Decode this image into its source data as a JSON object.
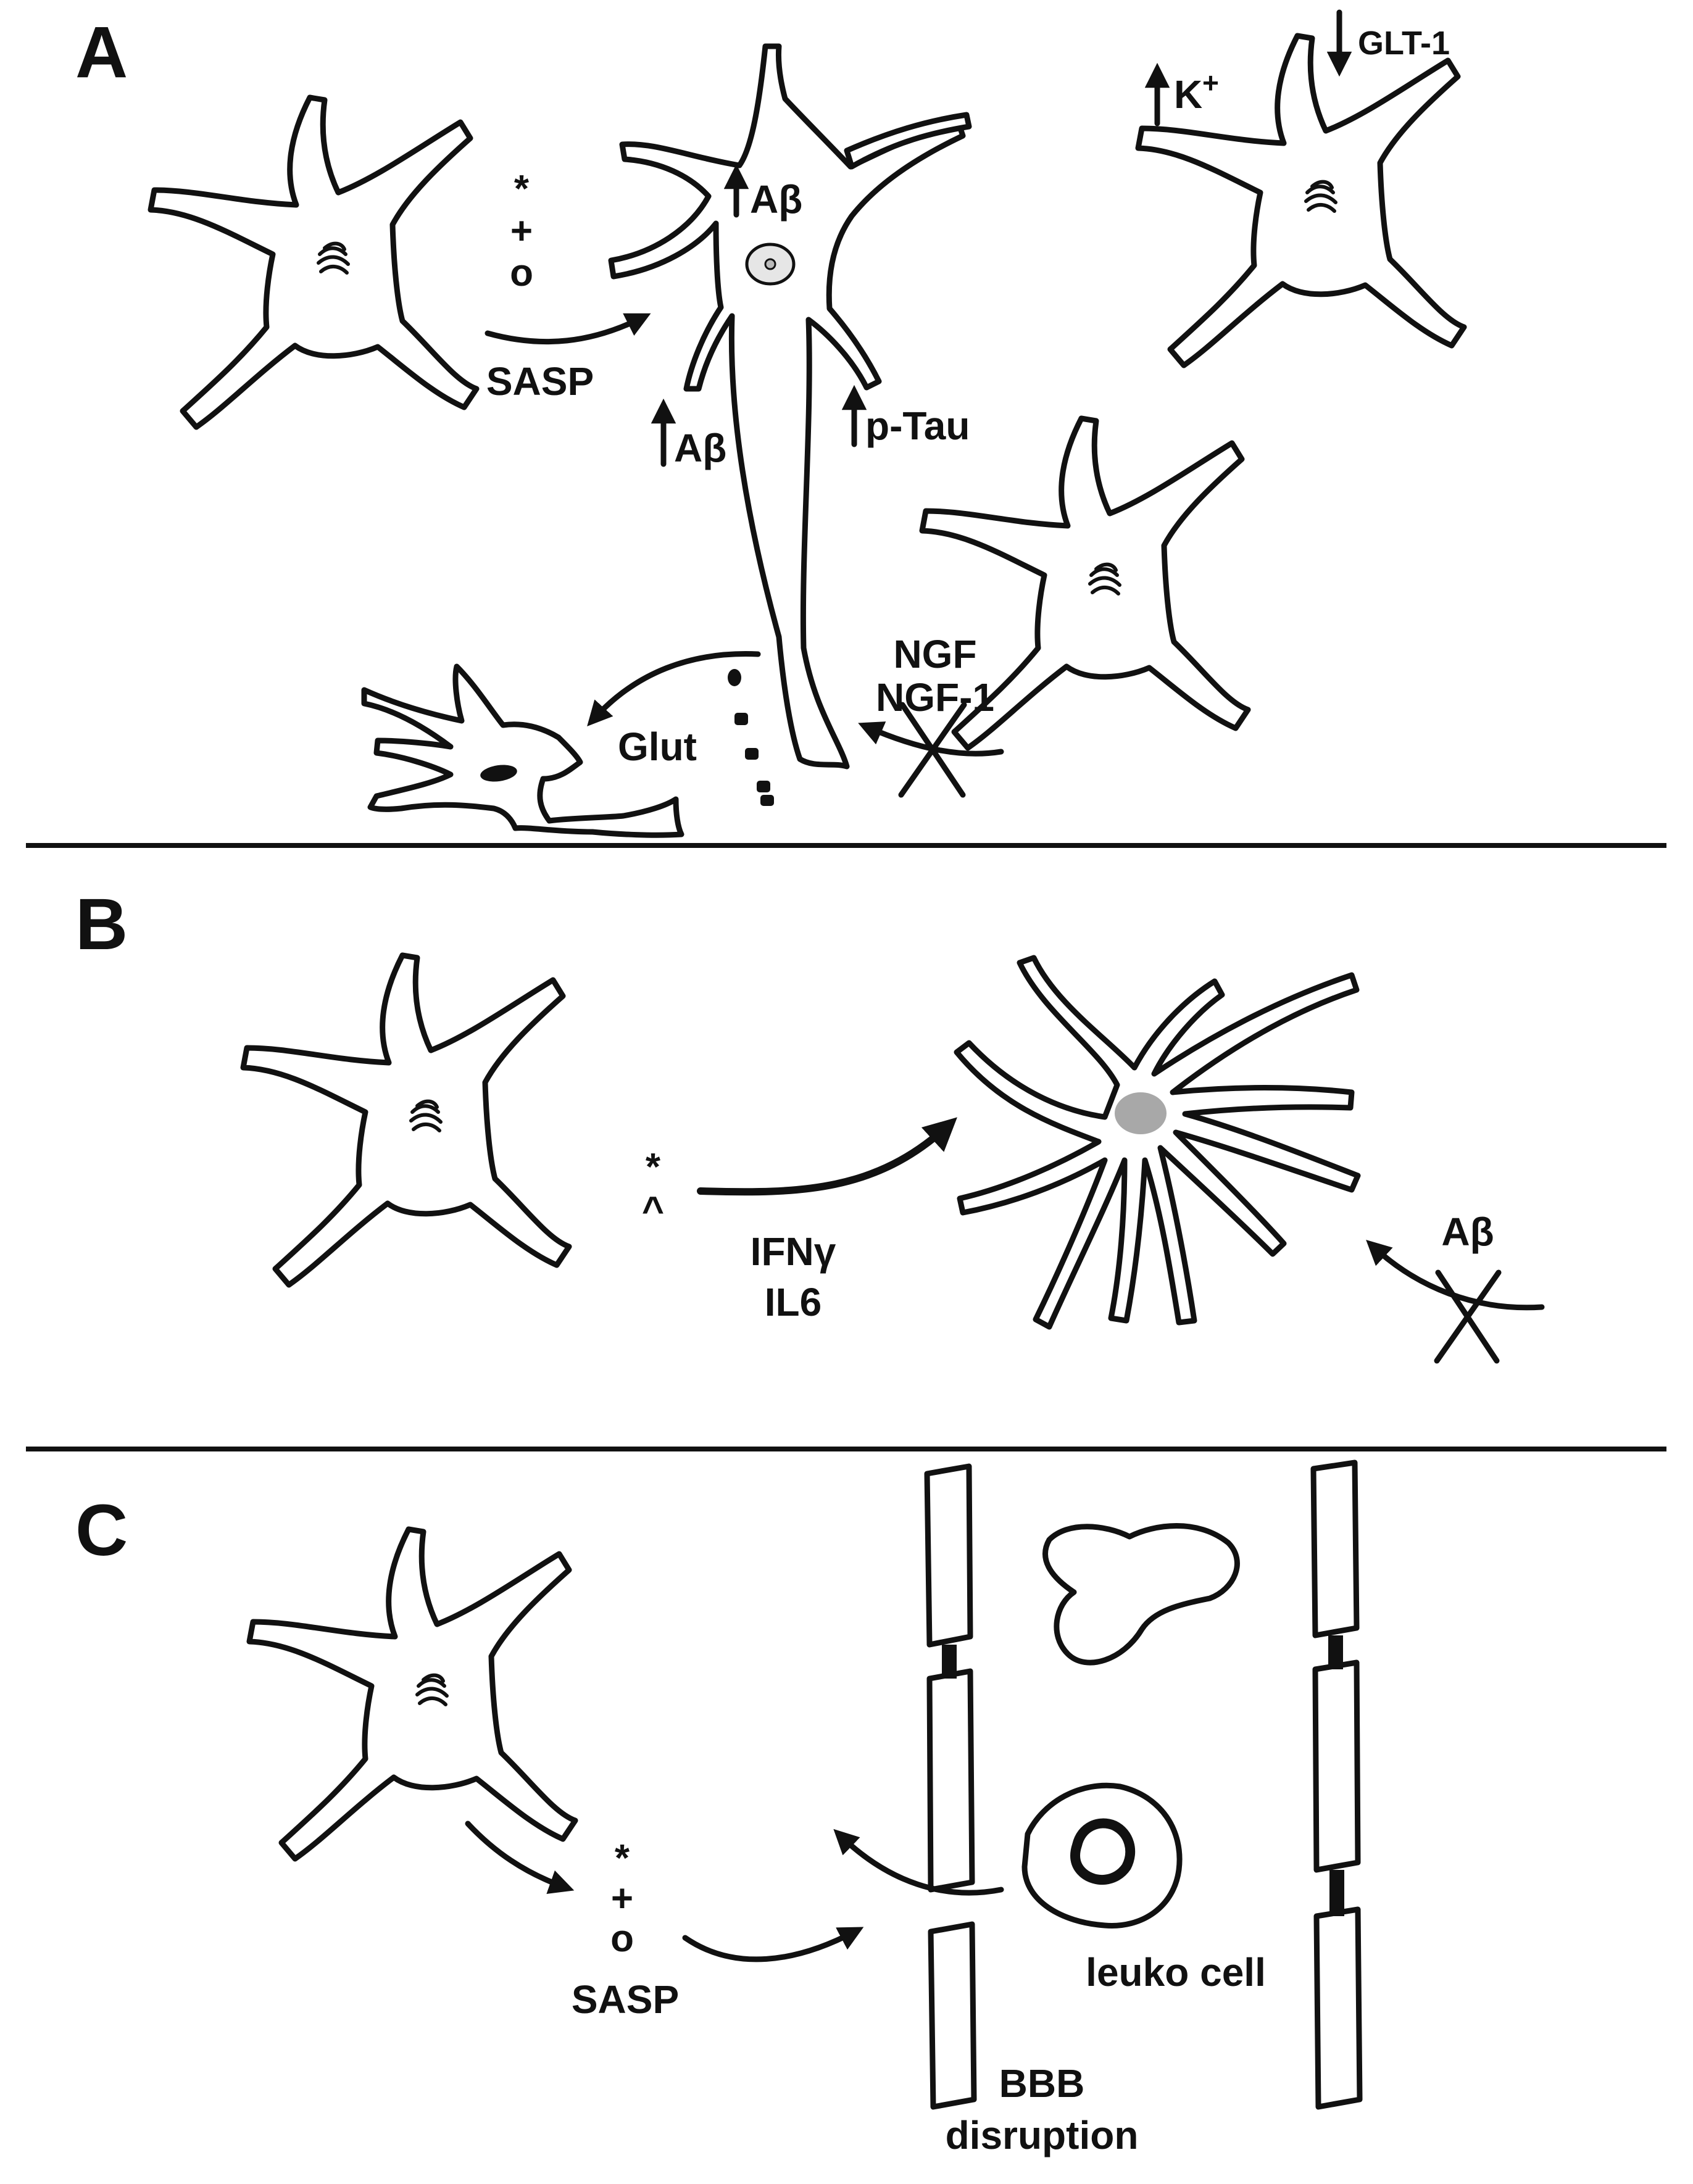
{
  "panels": {
    "a": {
      "letter": "A",
      "sasp_symbols": [
        "*",
        "+",
        "o"
      ],
      "sasp_label": "SASP",
      "abeta_top": "Aβ",
      "abeta_left": "Aβ",
      "ptau": "p-Tau",
      "potassium": "K",
      "potassium_sup": "+",
      "glt1": "GLT-1",
      "ngf": "NGF",
      "ngf1": "NGF-1",
      "glut": "Glut"
    },
    "b": {
      "letter": "B",
      "symbols": [
        "*",
        "^"
      ],
      "ifng": "IFNγ",
      "il6": "IL6",
      "abeta": "Aβ"
    },
    "c": {
      "letter": "C",
      "sasp_symbols": [
        "*",
        "+",
        "o"
      ],
      "sasp_label": "SASP",
      "leuko": "leuko cell",
      "bbb_line1": "BBB",
      "bbb_line2": "disruption"
    }
  },
  "colors": {
    "ink": "#111111",
    "nucleus_fill": "#e6e6e6",
    "reactive_nucleus": "#a8a8a8"
  }
}
